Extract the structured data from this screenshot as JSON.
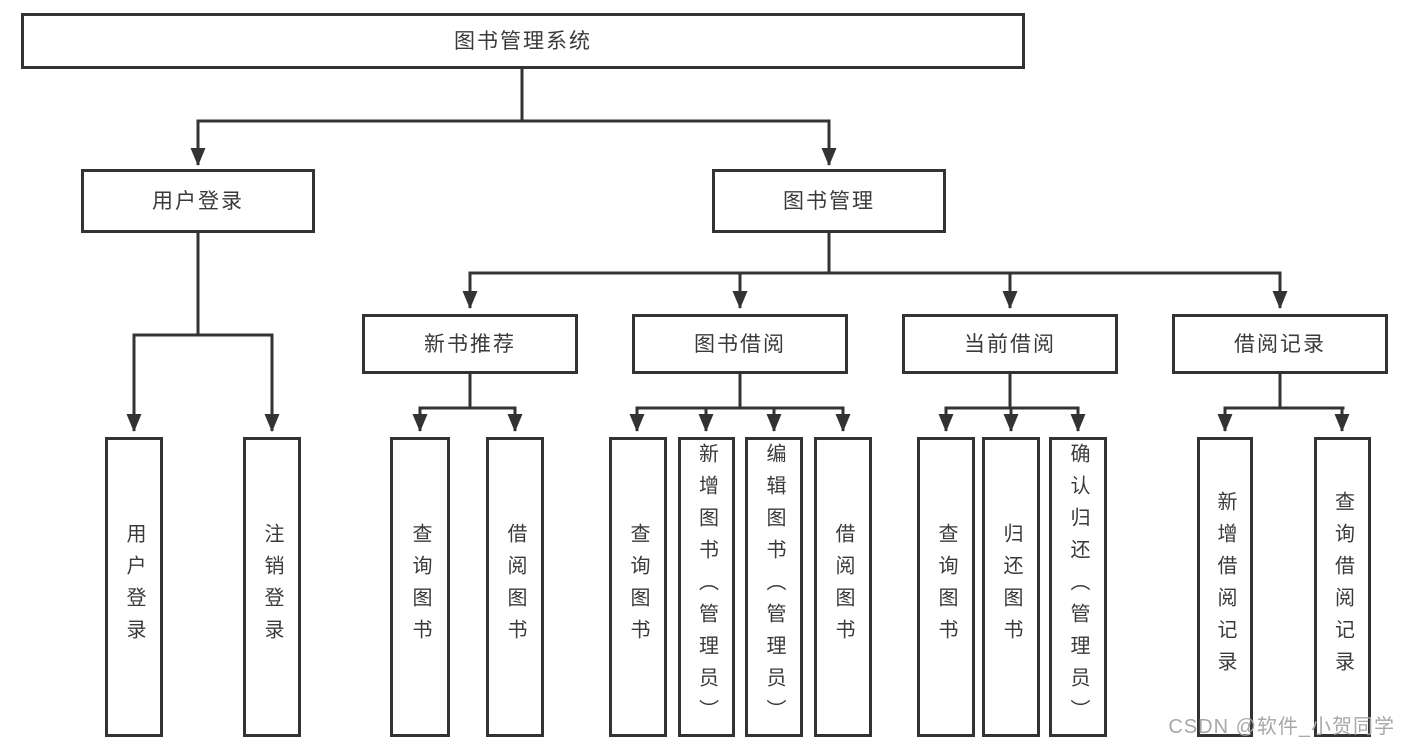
{
  "colors": {
    "line": "#333333",
    "text": "#3a3a3a",
    "box_background": "#ffffff",
    "watermark": "#a8a8a8"
  },
  "watermark": {
    "text": "CSDN @软件_小贺同学"
  },
  "tree": {
    "root": {
      "label": "图书管理系统",
      "children": [
        {
          "label": "用户登录",
          "children": [
            {
              "label": "用户登录"
            },
            {
              "label": "注销登录"
            }
          ]
        },
        {
          "label": "图书管理",
          "children": [
            {
              "label": "新书推荐",
              "children": [
                {
                  "label": "查询图书"
                },
                {
                  "label": "借阅图书"
                }
              ]
            },
            {
              "label": "图书借阅",
              "children": [
                {
                  "label": "查询图书"
                },
                {
                  "label": "新增图书（管理员）"
                },
                {
                  "label": "编辑图书（管理员）"
                },
                {
                  "label": "借阅图书"
                }
              ]
            },
            {
              "label": "当前借阅",
              "children": [
                {
                  "label": "查询图书"
                },
                {
                  "label": "归还图书"
                },
                {
                  "label": "确认归还（管理员）"
                }
              ]
            },
            {
              "label": "借阅记录",
              "children": [
                {
                  "label": "新增借阅记录"
                },
                {
                  "label": "查询借阅记录"
                }
              ]
            }
          ]
        }
      ]
    }
  }
}
